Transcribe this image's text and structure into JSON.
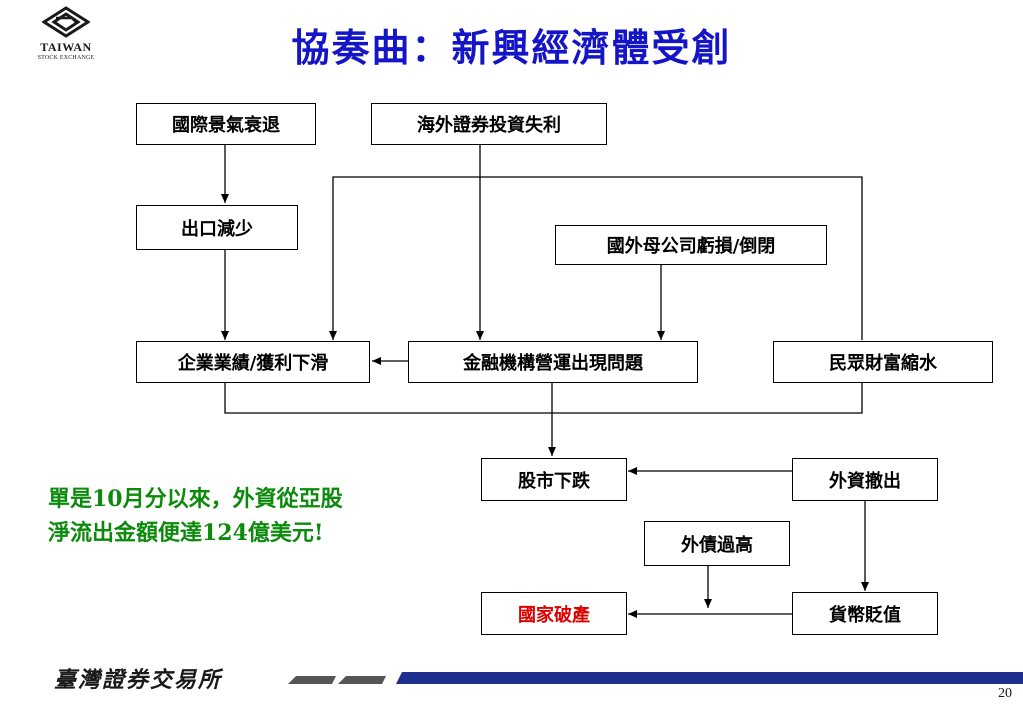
{
  "logo": {
    "name": "TAIWAN",
    "subtitle": "STOCK EXCHANGE"
  },
  "title": "協奏曲：新興經濟體受創",
  "nodes": {
    "recession": "國際景氣衰退",
    "overseas_loss": "海外證券投資失利",
    "export_drop": "出口減少",
    "parent_loss": "國外母公司虧損/倒閉",
    "earnings_drop": "企業業績/獲利下滑",
    "financial_issues": "金融機構營運出現問題",
    "wealth_shrink": "民眾財富縮水",
    "stock_fall": "股市下跌",
    "capital_outflow": "外資撤出",
    "foreign_debt": "外債過高",
    "currency_depreciation": "貨幣貶值",
    "bankruptcy": "國家破產"
  },
  "note": {
    "line1": "單是10月分以來，外資從亞股",
    "line2": "淨流出金額便達124億美元!"
  },
  "colors": {
    "title": "#1515c8",
    "note": "#0c8a0c",
    "bankruptcy": "#e00000",
    "footer_bar": "#1f2f8f"
  },
  "footer": {
    "brand": "臺灣證券交易所",
    "page": "20"
  }
}
